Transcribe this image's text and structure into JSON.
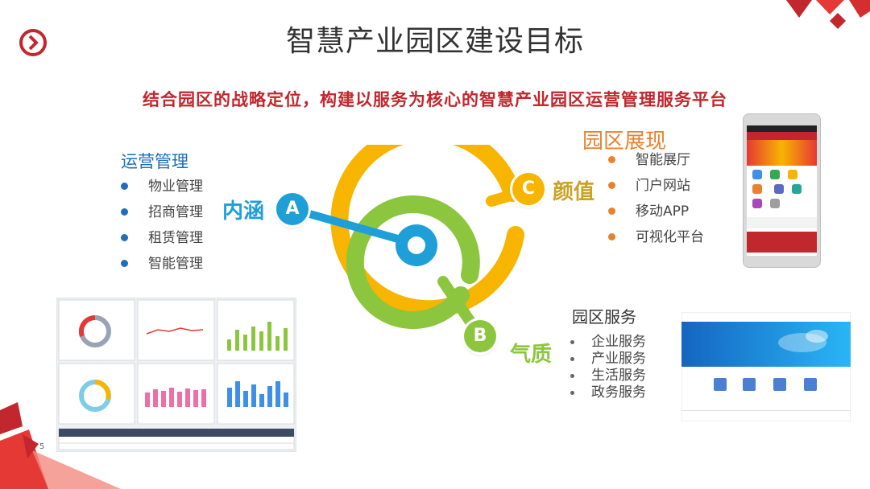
{
  "title": "智慧产业园区建设目标",
  "subtitle": "结合园区的战略定位，构建以服务为核心的智慧产业园区运营管理服务平台",
  "ops": {
    "heading": "运营管理",
    "items": [
      "物业管理",
      "招商管理",
      "租赁管理",
      "智能管理"
    ]
  },
  "display": {
    "heading": "园区展现",
    "items": [
      "智能展厅",
      "门户网站",
      "移动APP",
      "可视化平台"
    ]
  },
  "services": {
    "heading": "园区服务",
    "items": [
      "企业服务",
      "产业服务",
      "生活服务",
      "政务服务"
    ]
  },
  "target": {
    "a_letter": "A",
    "a_label": "内涵",
    "b_letter": "B",
    "b_label": "气质",
    "c_letter": "C",
    "c_label": "颜值"
  },
  "page_number": "5",
  "colors": {
    "accent_red": "#c1272d",
    "ring_yellow": "#f7b500",
    "ring_green": "#8cc63f",
    "blue": "#1e9fd8",
    "orange": "#e8822e"
  },
  "icons": {
    "logo": "chevron-right-circle-icon"
  }
}
